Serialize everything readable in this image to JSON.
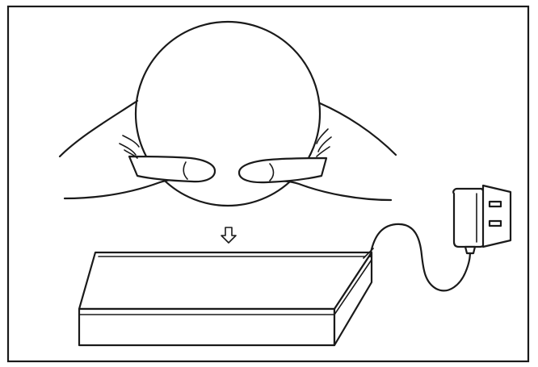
{
  "illustration": {
    "parts": [
      "globe-sphere",
      "left-hand",
      "right-hand",
      "down-arrow",
      "base-unit",
      "power-cable",
      "power-adapter"
    ],
    "stroke_color": "#1a1a1a",
    "background_color": "#ffffff"
  }
}
